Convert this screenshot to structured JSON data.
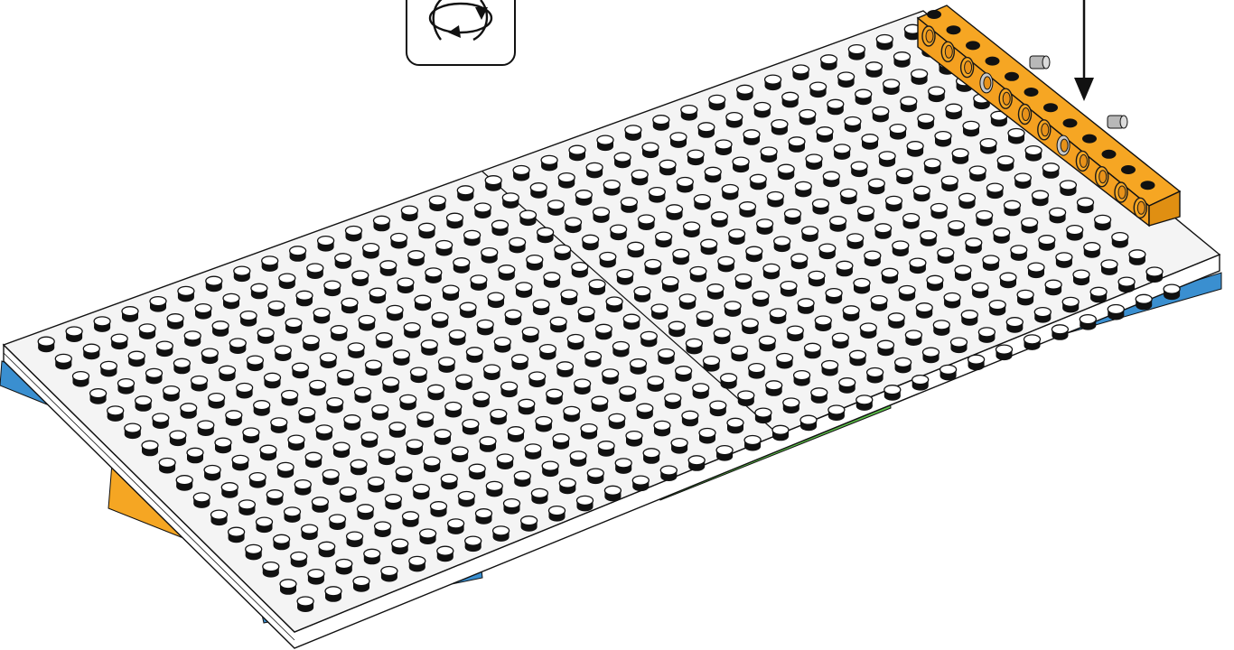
{
  "scene": {
    "baseplate_rows": 16,
    "baseplate_cols": 32,
    "colors": {
      "plate_top": "#f4f4f4",
      "plate_edge": "#ffffff",
      "outline": "#111111",
      "support_blue": "#3a8fd0",
      "support_green": "#5dc24a",
      "support_orange": "#f5a623",
      "technic_beam": "#f6a623",
      "pin_gray": "#b8b8b8"
    },
    "icons": [
      "rotate-model-icon",
      "placement-arrow-icon"
    ],
    "technic_beam_holes": 12
  }
}
